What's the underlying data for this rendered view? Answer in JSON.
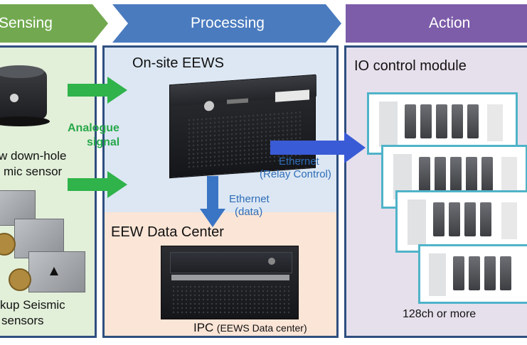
{
  "headers": {
    "sensing": "Sensing",
    "processing": "Processing",
    "action": "Action"
  },
  "sensing": {
    "downhole_label_line1": "w down-hole",
    "downhole_label_line2": "mic sensor",
    "pickup_label_line1": "kup Seismic",
    "pickup_label_line2": "sensors",
    "analogue_line1": "Analogue",
    "analogue_line2": "signal"
  },
  "processing": {
    "onsite_title": "On-site EEWS",
    "ethernet_relay_line1": "Ethernet",
    "ethernet_relay_line2": "(Relay Control)",
    "ethernet_data_line1": "Ethernet",
    "ethernet_data_line2": "(data)",
    "datacenter_title": "EEW Data Center",
    "ipc_main": "IPC",
    "ipc_sub": "(EEWS Data center)"
  },
  "action": {
    "title": "IO control module",
    "count_label": "128ch or more"
  },
  "colors": {
    "sensing_header": "#72a950",
    "processing_header": "#4a7bbf",
    "action_header": "#7d5da9",
    "sensing_panel": "#e2efd9",
    "processing_top_panel": "#dce7f3",
    "processing_bottom_panel": "#fbe5d6",
    "action_panel": "#e6e0ec",
    "panel_border": "#2f4f7f",
    "green_arrow": "#2fb34a",
    "blue_arrow": "#3a5bd6",
    "ethernet_text": "#2e6db8",
    "analogue_text": "#27a84a",
    "module_border": "#4fb3c9"
  }
}
